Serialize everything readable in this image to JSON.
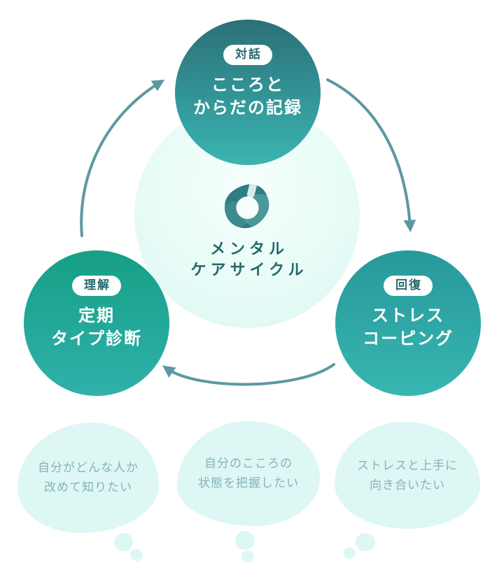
{
  "cycle": {
    "title_line1": "メンタル",
    "title_line2": "ケアサイクル"
  },
  "nodes": [
    {
      "id": "dialogue",
      "badge": "対話",
      "label_line1": "こころと",
      "label_line2": "からだの記録"
    },
    {
      "id": "understanding",
      "badge": "理解",
      "label_line1": "定期",
      "label_line2": "タイプ診断"
    },
    {
      "id": "recovery",
      "badge": "回復",
      "label_line1": "ストレス",
      "label_line2": "コーピング"
    }
  ],
  "bubbles": [
    {
      "line1": "自分がどんな人か",
      "line2": "改めて知りたい"
    },
    {
      "line1": "自分のこころの",
      "line2": "状態を把握したい"
    },
    {
      "line1": "ストレスと上手に",
      "line2": "向き合いたい"
    }
  ],
  "colors": {
    "node_dialogue_top": "#2b7077",
    "node_dialogue_bottom": "#3ab5b2",
    "node_understanding_top": "#169f85",
    "node_understanding_bottom": "#30b1ab",
    "node_recovery_top": "#27989b",
    "node_recovery_bottom": "#38b6b1",
    "arrow": "#5d98a2",
    "badge_text": "#26696c",
    "center_title_text": "#26696c",
    "halo_edge": "#daf7f1",
    "bubble_fill": "#ddf7f4",
    "bubble_text": "#84b3ba",
    "logo_base": "#2f7c82"
  }
}
